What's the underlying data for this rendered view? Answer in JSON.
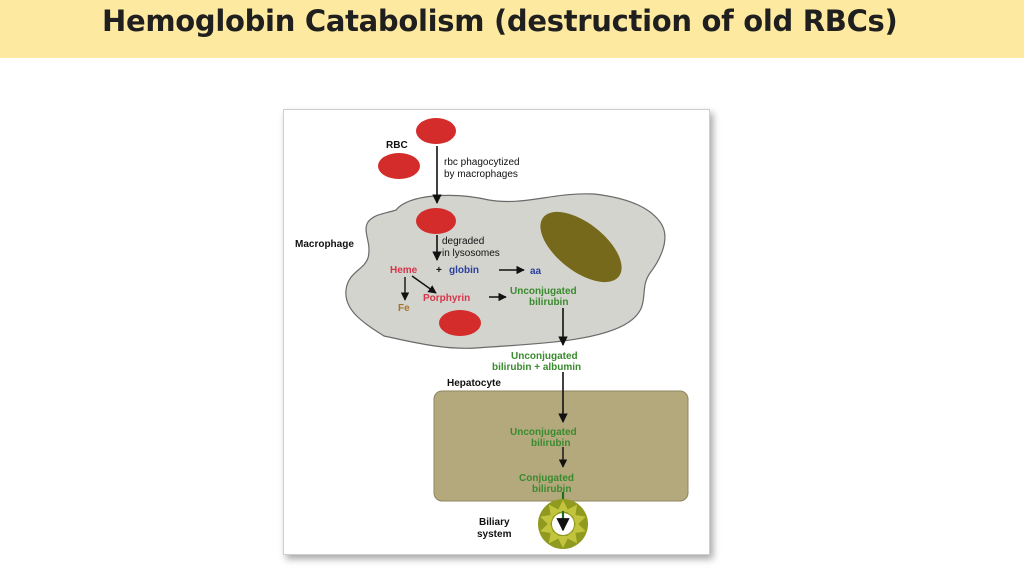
{
  "title": "Hemoglobin Catabolism (destruction of old RBCs)",
  "diagram": {
    "labels": {
      "rbc": "RBC",
      "phago_line1": "rbc phagocytized",
      "phago_line2": "by macrophages",
      "macrophage": "Macrophage",
      "degraded_line1": "degraded",
      "degraded_line2": "in lysosomes",
      "heme": "Heme",
      "plus1": "+",
      "globin": "globin",
      "aa": "aa",
      "fe": "Fe",
      "porphyrin": "Porphyrin",
      "unconj1_line1": "Unconjugated",
      "unconj1_line2": "bilirubin",
      "unconj_alb_line1": "Unconjugated",
      "unconj_alb_line2": "bilirubin + albumin",
      "hepatocyte": "Hepatocyte",
      "unconj2_line1": "Unconjugated",
      "unconj2_line2": "bilirubin",
      "conj_line1": "Conjugated",
      "conj_line2": "bilirubin",
      "biliary_line1": "Biliary",
      "biliary_line2": "system"
    },
    "colors": {
      "rbc": "#d42b2b",
      "macrophage_fill": "#d3d4cd",
      "organelle": "#76691b",
      "hepatocyte_fill": "#b3a97d",
      "green_text": "#3a8a2e",
      "heme_red": "#d8344a",
      "globin_blue": "#2b3f9e",
      "fe_brown": "#a8742c",
      "porphyrin_red": "#d8344a",
      "biliary_fill": "#8f9a1e"
    }
  }
}
